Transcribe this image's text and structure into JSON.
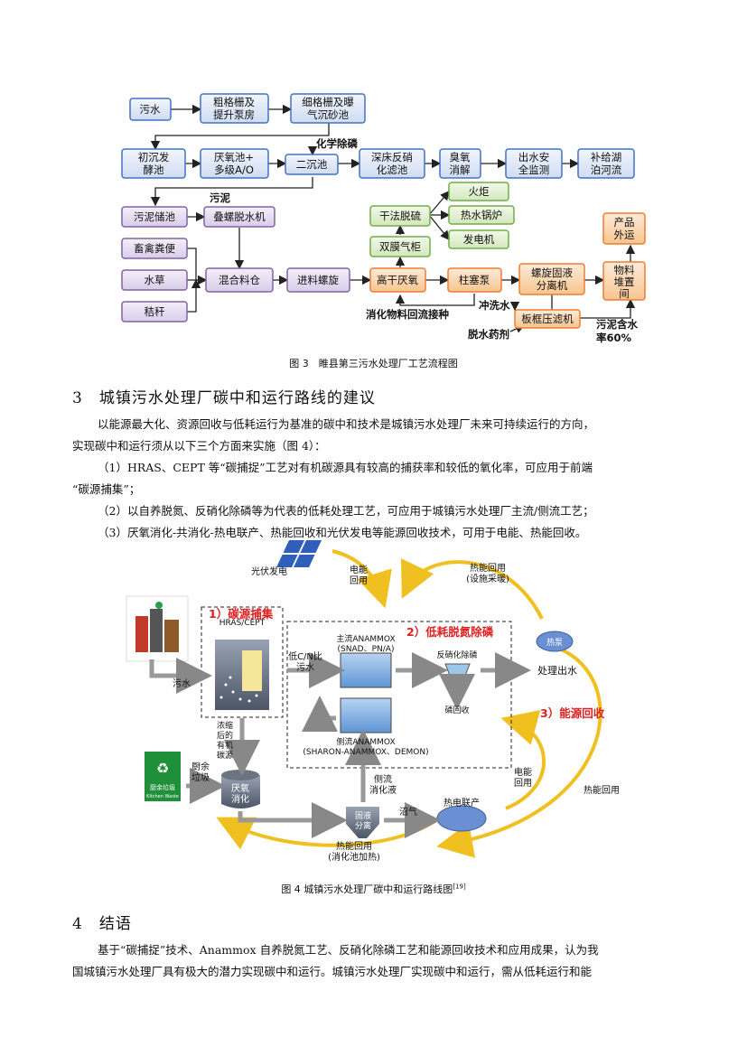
{
  "fig3": {
    "row1": [
      "污水",
      "粗格栅及提升泵房",
      "细格栅及曝气沉砂池"
    ],
    "row2": [
      "初沉发酵池",
      "厌氧池+多级A/O",
      "二沉池",
      "深床反硝化滤池",
      "臭氧消解",
      "出水安全监测",
      "补给湖泊河流"
    ],
    "chem": "化学除磷",
    "sludge_label": "污泥",
    "left_col": [
      "污泥储池",
      "畜禽粪便",
      "水草",
      "秸秆"
    ],
    "dewater": "叠螺脱水机",
    "mix": "混合料仓",
    "feed": "进料螺旋",
    "hydry": "高干厌氧",
    "pump": "柱塞泵",
    "dual": "双膜气柜",
    "desulf": "干法脱硫",
    "uses": [
      "火炬",
      "热水锅炉",
      "发电机"
    ],
    "screw": "螺旋固液分离机",
    "press": "板框压滤机",
    "pile": "物料堆置间",
    "product": "产品外运",
    "reflux": "消化物料回流接种",
    "flush": "冲洗水",
    "agent": "脱水药剂",
    "moisture": "污泥含水率60%",
    "caption": "图 3　睢县第三污水处理厂工艺流程图"
  },
  "section3": {
    "heading": "3　城镇污水处理厂碳中和运行路线的建议",
    "p1": "以能源最大化、资源回收与低耗运行为基准的碳中和技术是城镇污水处理厂未来可持续运行的方向，",
    "p1b": "实现碳中和运行须从以下三个方面来实施（图 4）：",
    "i1a": "（1）HRAS、CEPT 等“碳捕捉”工艺对有机碳源具有较高的捕获率和较低的氧化率，可应用于前端",
    "i1b": "“碳源捕集”；",
    "i2": "（2）以自养脱氮、反硝化除磷等为代表的低耗处理工艺，可应用于城镇污水处理厂主流/侧流工艺；",
    "i3": "（3）厌氧消化-共消化-热电联产、热能回收和光伏发电等能源回收技术，可用于电能、热能回收。"
  },
  "fig4": {
    "pv": "光伏发电",
    "elec1": "电能回用",
    "heat_top": "热能回用（设施采暖）",
    "hp": "热泵",
    "c1": "1）碳源捕集",
    "hras": "HRAS/CEPT",
    "sewage": "污水",
    "lowcn": "低C/N比污水",
    "main": "主流ANAMMOX（SNAD、PN/A）",
    "c2": "2）低耗脱氮除磷",
    "denp": "反硝化除磷",
    "out": "处理出水",
    "prec": "磷回收",
    "side": "侧流ANAMMOX（SHARON-ANAMMOX、DEMON）",
    "c3": "3）能源回收",
    "conc": "浓缩后的有机碳源",
    "kitchen": "厨余垃圾",
    "badge": "厨余垃圾",
    "badge_en": "Kitchen Waste",
    "ad": "厌氧消化",
    "sidelq": "侧流消化液",
    "elec2": "电能回用",
    "heat_r": "热能回用",
    "sep": "固液分离",
    "biogas": "沼气",
    "chp": "热电联产",
    "heat_b": "热能回用（消化池加热）",
    "caption": "图 4  城镇污水处理厂碳中和运行路线图",
    "ref": "[19]"
  },
  "section4": {
    "heading": "4　结语",
    "p1": "基于“碳捕捉”技术、Anammox 自养脱氮工艺、反硝化除磷工艺和能源回收技术和应用成果，认为我",
    "p2": "国城镇污水处理厂具有极大的潜力实现碳中和运行。城镇污水处理厂实现碳中和运行，需从低耗运行和能"
  },
  "colors": {
    "blue_fill": "#dde8f7",
    "blue_stroke": "#4472c4",
    "purple_fill": "#e4dcf0",
    "green_fill": "#e3f1d3",
    "orange_fill": "#fbd9b8",
    "red": "#e02020",
    "gray_arrow": "#888888"
  }
}
